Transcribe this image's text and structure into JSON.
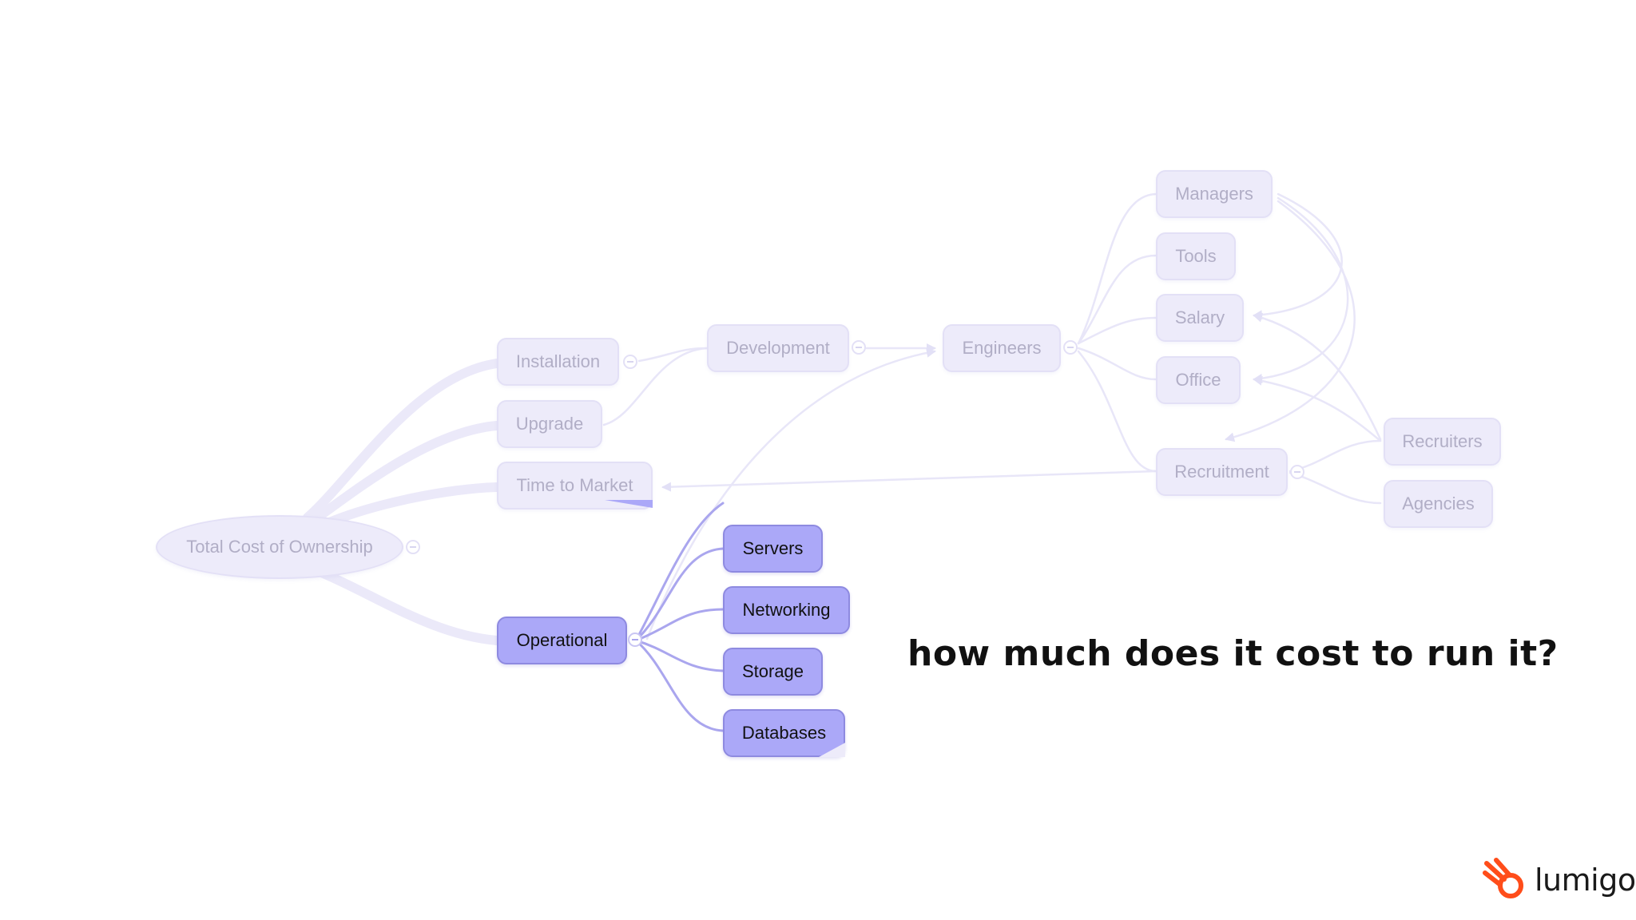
{
  "nodes": {
    "total_cost": "Total Cost of Ownership",
    "installation": "Installation",
    "upgrade": "Upgrade",
    "time_to_market": "Time to Market",
    "operational": "Operational",
    "development": "Development",
    "engineers": "Engineers",
    "servers": "Servers",
    "networking": "Networking",
    "storage": "Storage",
    "databases": "Databases",
    "managers": "Managers",
    "tools": "Tools",
    "salary": "Salary",
    "office": "Office",
    "recruitment": "Recruitment",
    "recruiters": "Recruiters",
    "agencies": "Agencies"
  },
  "headline": "how much does it cost to run it?",
  "brand": {
    "name": "lumigo",
    "icon": "lumigo-logo-icon",
    "color": "#ff4d1a"
  },
  "colors": {
    "faded_node": "#edebfa",
    "active_node": "#aba8f8",
    "faded_edge": "#e8e6f8",
    "active_edge": "#aaa6ee"
  }
}
